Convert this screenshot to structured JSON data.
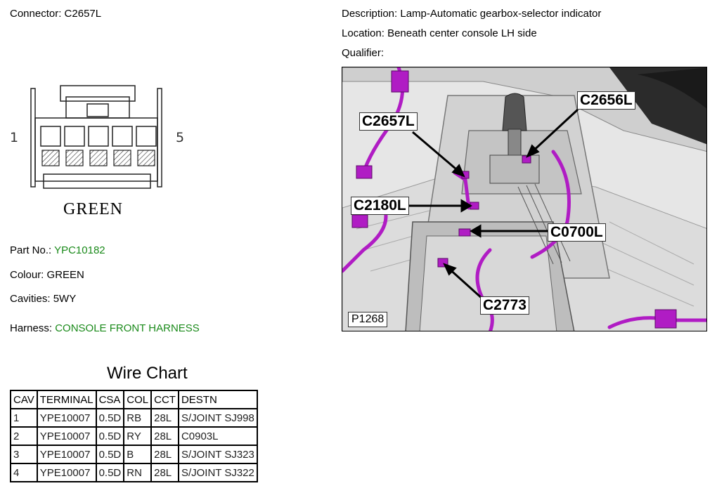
{
  "connector": {
    "label": "Connector:",
    "value": "C2657L"
  },
  "description": {
    "label": "Description:",
    "value": "Lamp-Automatic gearbox-selector indicator"
  },
  "location": {
    "label": "Location:",
    "value": "Beneath center console LH side"
  },
  "qualifier": {
    "label": "Qualifier:",
    "value": ""
  },
  "connector_drawing": {
    "pin_first": "1",
    "pin_last": "5",
    "colour_label": "GREEN"
  },
  "part_no": {
    "label": "Part No.:",
    "value": "YPC10182"
  },
  "colour": {
    "label": "Colour:",
    "value": "GREEN"
  },
  "cavities": {
    "label": "Cavities:",
    "value": "5WY"
  },
  "harness": {
    "label": "Harness:",
    "value": "CONSOLE FRONT HARNESS"
  },
  "wire_chart": {
    "title": "Wire Chart",
    "columns": [
      "CAV",
      "TERMINAL",
      "CSA",
      "COL",
      "CCT",
      "DESTN"
    ],
    "rows": [
      [
        "1",
        "YPE10007",
        "0.5D",
        "RB",
        "28L",
        "S/JOINT SJ998"
      ],
      [
        "2",
        "YPE10007",
        "0.5D",
        "RY",
        "28L",
        "C0903L"
      ],
      [
        "3",
        "YPE10007",
        "0.5D",
        "B",
        "28L",
        "S/JOINT SJ323"
      ],
      [
        "4",
        "YPE10007",
        "0.5D",
        "RN",
        "28L",
        "S/JOINT SJ322"
      ]
    ]
  },
  "photo": {
    "callouts": [
      "C2657L",
      "C2656L",
      "C2180L",
      "C0700L",
      "C2773"
    ],
    "reference": "P1268"
  },
  "colors": {
    "highlight_green": "#1a8a1a",
    "harness_magenta": "#b01cc4"
  }
}
